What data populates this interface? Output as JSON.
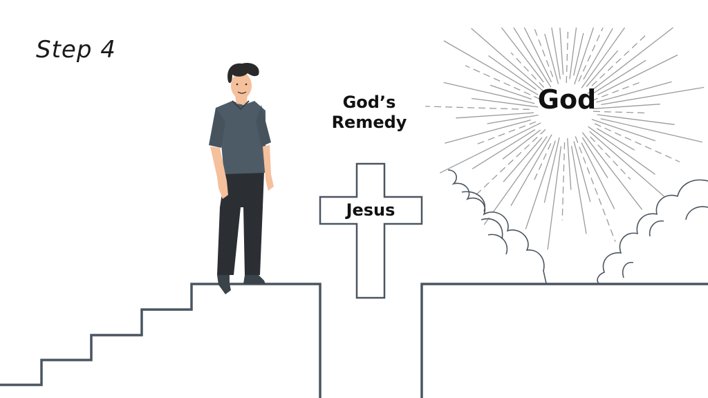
{
  "step_title": "Step 4",
  "remedy_title": {
    "line1": "God’s",
    "line2": "Remedy"
  },
  "cross_label": "Jesus",
  "god_label": "God",
  "colors": {
    "outline": "#4a5560",
    "shirt": "#4d5b66",
    "pants": "#2b2f33",
    "skin": "#f5c09c",
    "hair": "#2a2a2a",
    "rays": "#9a9a9a",
    "text": "#111111"
  },
  "icons": [
    "man-figure-icon",
    "cross-icon",
    "light-rays-icon",
    "cloud-icon",
    "stairs-icon"
  ]
}
